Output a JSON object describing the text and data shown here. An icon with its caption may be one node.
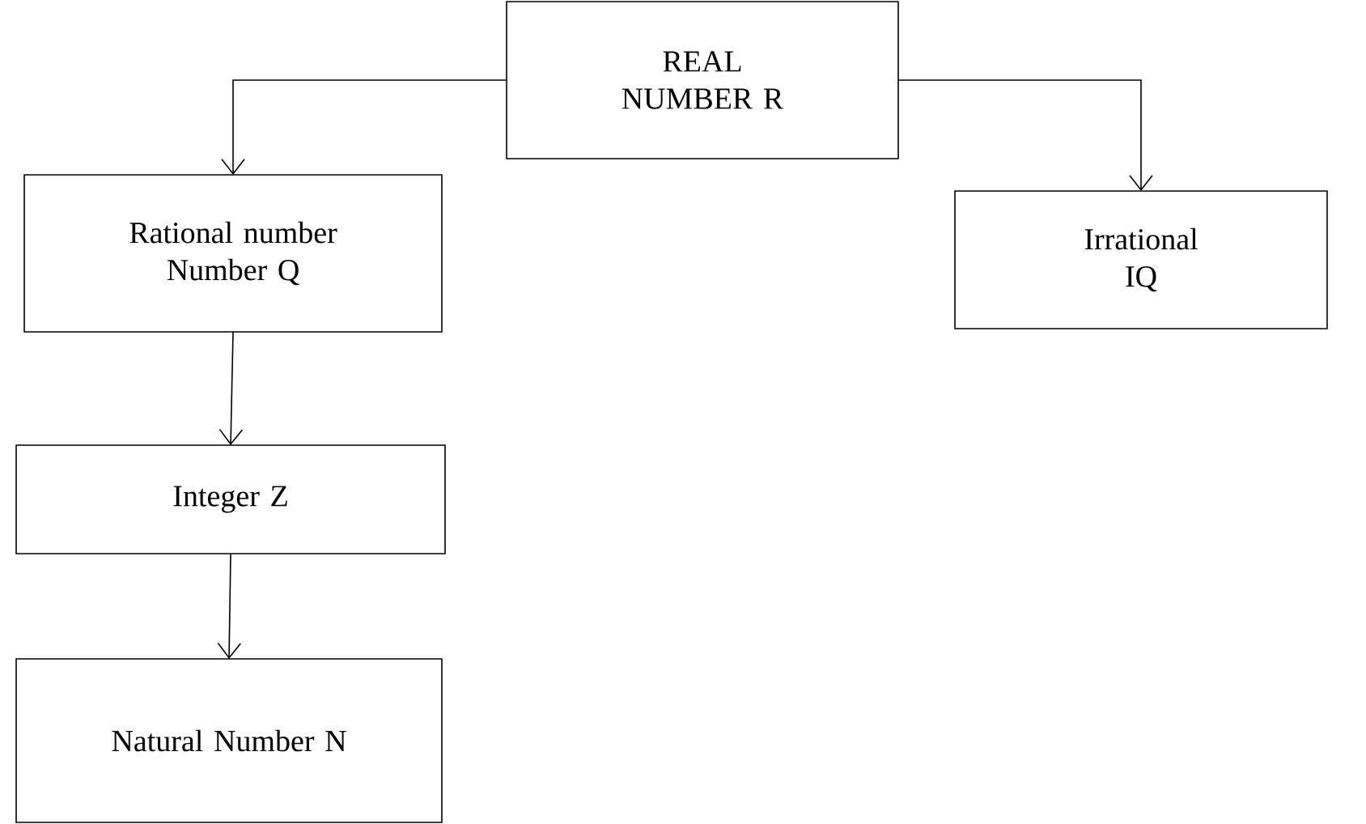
{
  "diagram": {
    "nodes": [
      {
        "text": [
          "REAL NUMBER R"
        ]
      },
      {
        "text": [
          "Rational number Number Q"
        ]
      },
      {
        "text": [
          "Irrational IQ"
        ]
      },
      {
        "text": [
          "Integer Z"
        ]
      },
      {
        "text": [
          "Natural Number N"
        ]
      }
    ],
    "edges": [
      {
        "from": 0,
        "to": 1,
        "arrow": "to"
      },
      {
        "from": 0,
        "to": 2,
        "arrow": "to"
      },
      {
        "from": 1,
        "to": 3,
        "arrow": "to"
      },
      {
        "from": 3,
        "to": 4,
        "arrow": "to"
      }
    ]
  }
}
